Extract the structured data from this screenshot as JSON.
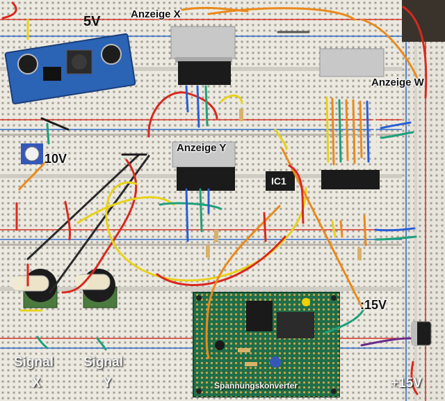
{
  "photo": {
    "subject": "breadboard-circuit",
    "colors": {
      "board": "#ece9e1",
      "hole": "#9c988d",
      "rail_red": "#d9352b",
      "rail_blue": "#2f6cc9",
      "pcb": "#1f6e4a",
      "wire_orange": "#e98a1c",
      "wire_red": "#d8281e",
      "wire_yellow": "#e8d21a",
      "wire_blue": "#2a5ed6",
      "wire_green": "#1fa07a",
      "ic_black": "#1b1b1b",
      "led_bar": "#c8c8c8",
      "pot_knob": "#1c1c1c"
    }
  },
  "labels": {
    "v5": "5V",
    "anzeige_x": "Anzeige X",
    "anzeige_w": "Anzeige W",
    "v10": "10V",
    "anzeige_y": "Anzeige Y",
    "ic1": "IC1",
    "minus15": ":15V",
    "signal_x_line1": "Signal",
    "signal_x_line2": "X",
    "signal_y_line1": "Signal",
    "signal_y_line2": "Y",
    "converter": "Spannungskonverter",
    "plus15": "+15V"
  }
}
